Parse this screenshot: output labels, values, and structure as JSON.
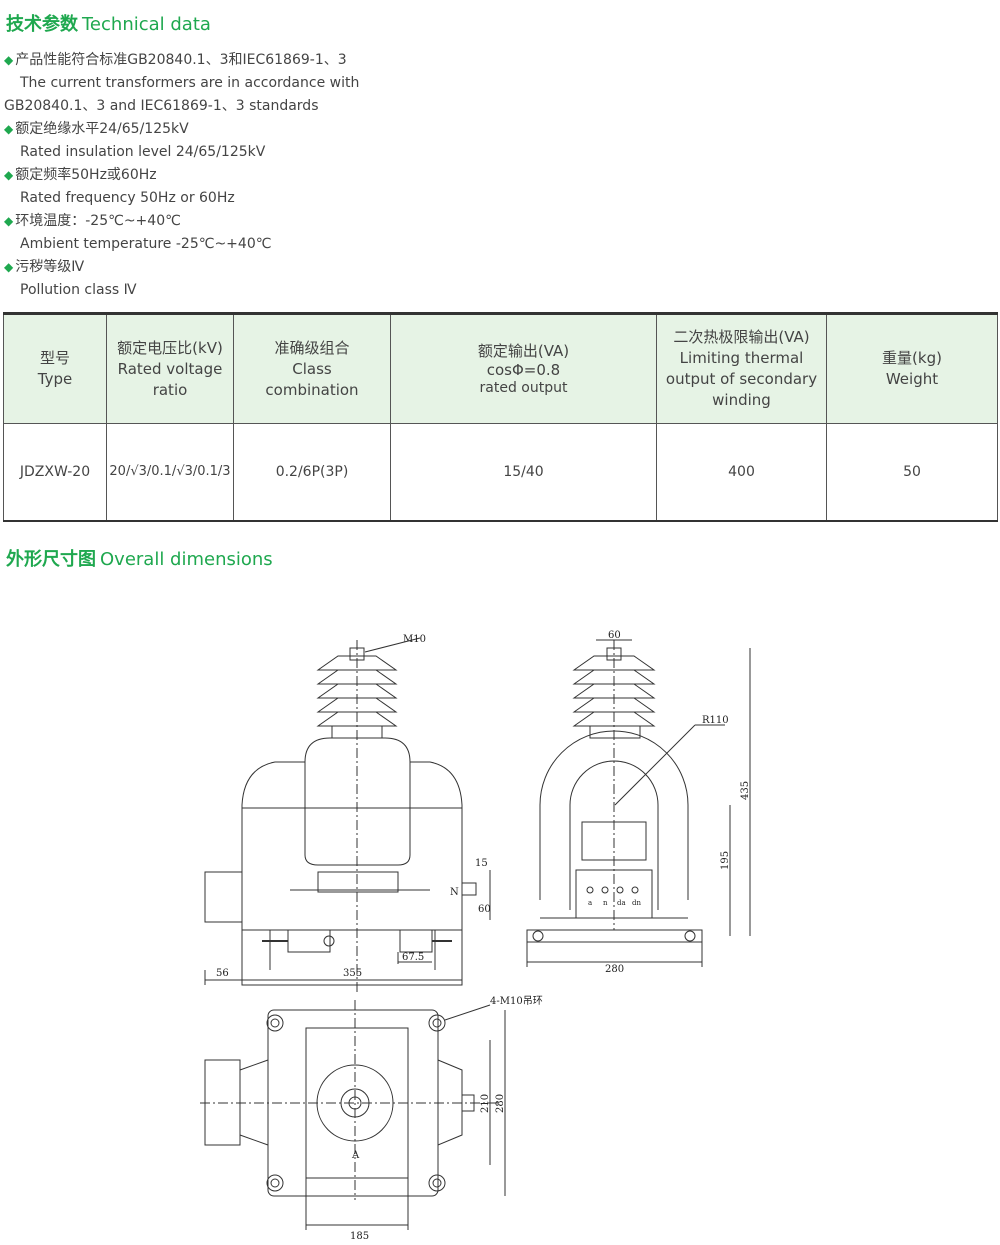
{
  "technical": {
    "title_zh": "技术参数",
    "title_en": "Technical data",
    "specs": [
      {
        "text": "产品性能符合标准GB20840.1、3和IEC61869-1、3",
        "kind": "zh"
      },
      {
        "text": "The current transformers are in accordance with",
        "kind": "en"
      },
      {
        "text": "GB20840.1、3 and IEC61869-1、3 standards",
        "kind": "en-noindent"
      },
      {
        "text": "额定绝缘水平24/65/125kV",
        "kind": "zh"
      },
      {
        "text": "Rated insulation level 24/65/125kV",
        "kind": "en"
      },
      {
        "text": "额定频率50Hz或60Hz",
        "kind": "zh"
      },
      {
        "text": "Rated frequency 50Hz or 60Hz",
        "kind": "en"
      },
      {
        "text": "环境温度：-25℃~+40℃",
        "kind": "zh"
      },
      {
        "text": "Ambient temperature -25℃~+40℃",
        "kind": "en"
      },
      {
        "text": "污秽等级Ⅳ",
        "kind": "zh"
      },
      {
        "text": "Pollution class Ⅳ",
        "kind": "en"
      }
    ]
  },
  "table": {
    "headers": [
      {
        "zh": "型号",
        "en1": "Type",
        "en2": "",
        "en3": ""
      },
      {
        "zh": "额定电压比(kV)",
        "en1": "Rated voltage",
        "en2": "ratio",
        "en3": ""
      },
      {
        "zh": "准确级组合",
        "en1": "Class",
        "en2": "combination",
        "en3": ""
      },
      {
        "zh": "额定输出(VA)",
        "en1": "cosΦ=0.8",
        "en2": "rated output",
        "en3": ""
      },
      {
        "zh": "二次热极限输出(VA)",
        "en1": "Limiting thermal",
        "en2": "output of secondary",
        "en3": "winding"
      },
      {
        "zh": "重量(kg)",
        "en1": "Weight",
        "en2": "",
        "en3": ""
      }
    ],
    "row": [
      "JDZXW-20",
      "20/√3/0.1/√3/0.1/3",
      "0.2/6P(3P)",
      "15/40",
      "400",
      "50"
    ]
  },
  "dimensions": {
    "title_zh": "外形尺寸图",
    "title_en": "Overall dimensions",
    "labels": {
      "m10": "M10",
      "d15": "15",
      "n": "N",
      "d60": "60",
      "d675": "67.5",
      "d56": "56",
      "d355": "355",
      "d60top": "60",
      "r110": "R110",
      "d435": "435",
      "d195": "195",
      "d280": "280",
      "term_a": "a",
      "term_n": "n",
      "term_da": "da",
      "term_dn": "dn",
      "rings": "4-M10吊环",
      "d210": "210",
      "d280v": "280",
      "a_mark": "A",
      "d185": "185"
    }
  }
}
